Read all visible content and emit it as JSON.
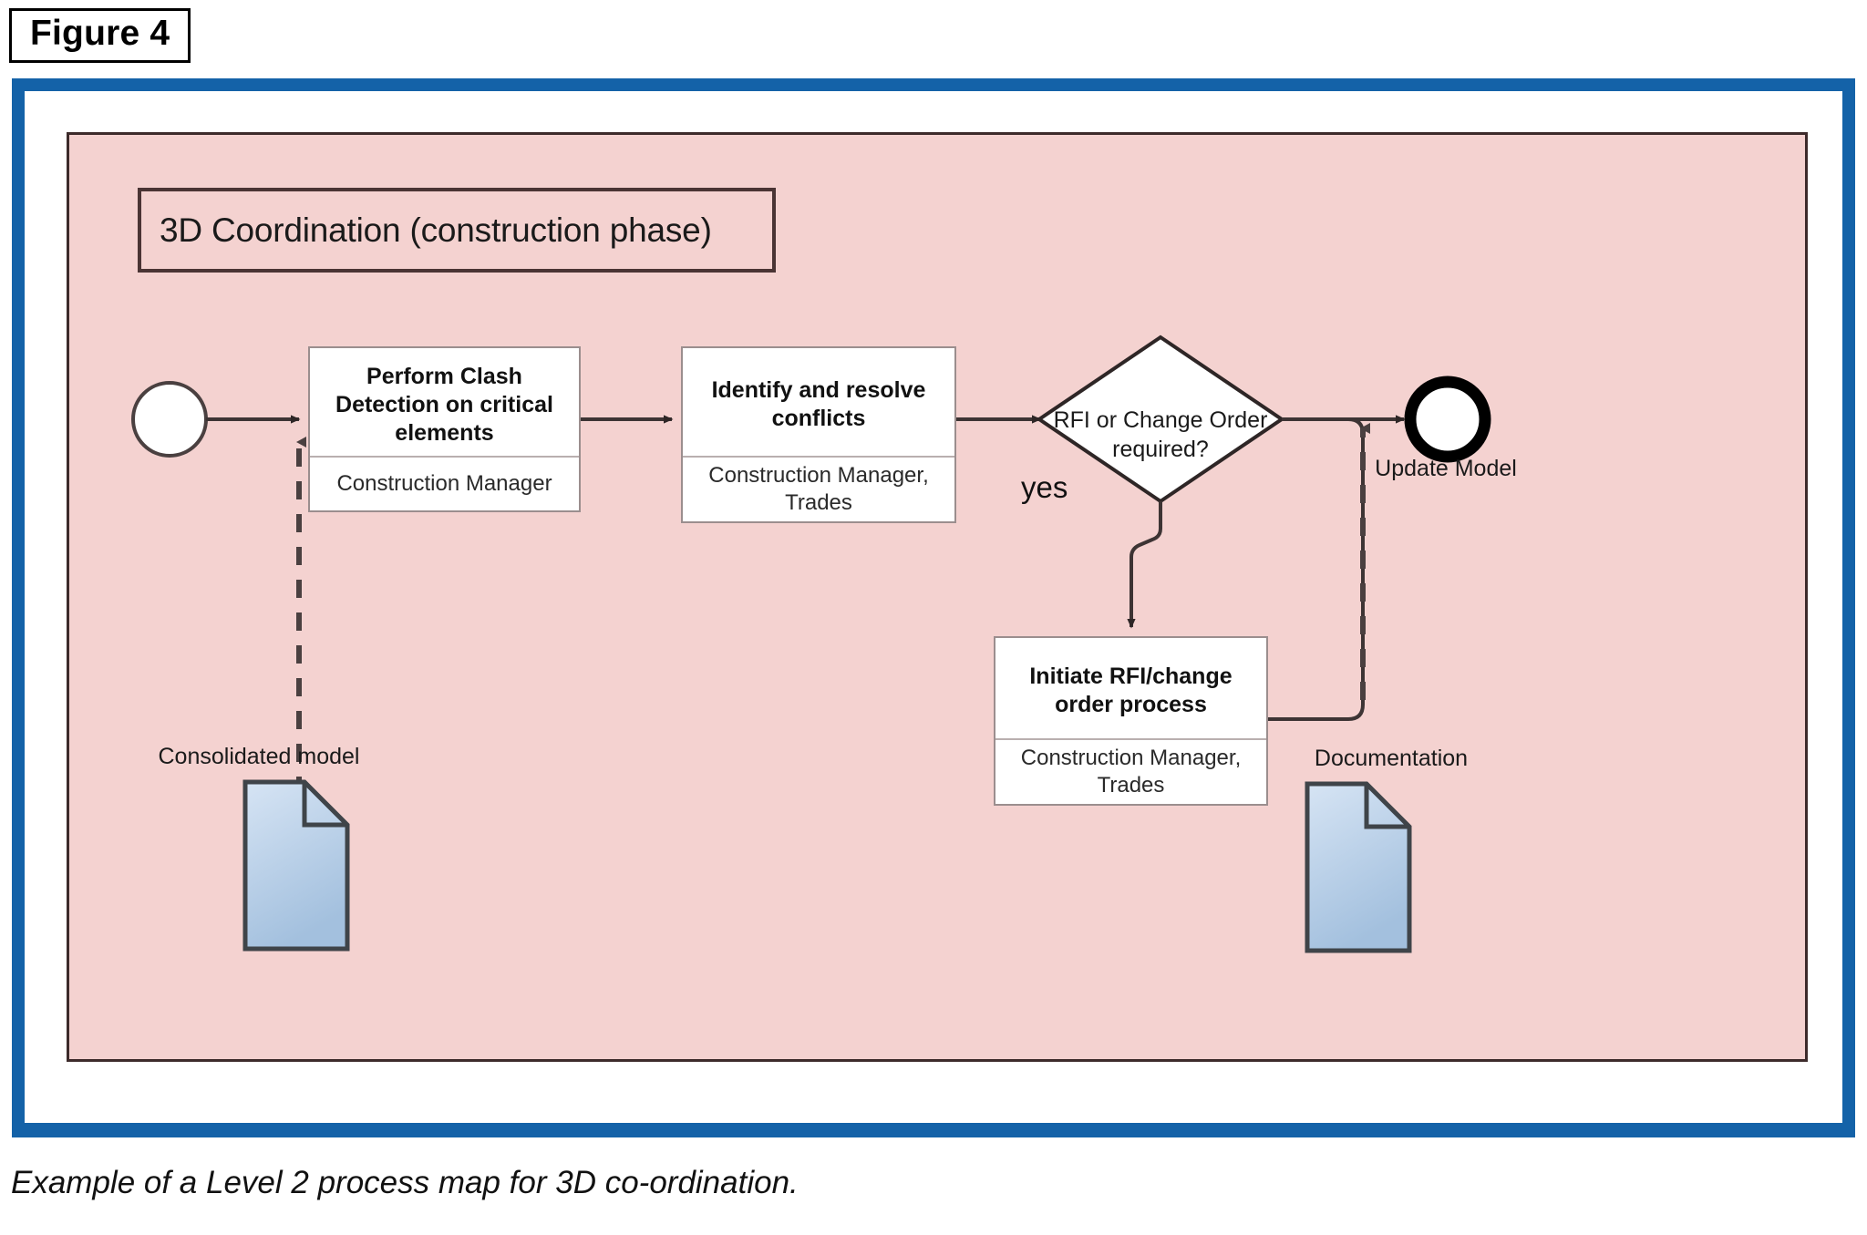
{
  "figure": {
    "tag": "Figure 4"
  },
  "caption": "Example of a Level 2 process map for 3D co-ordination.",
  "colors": {
    "frame_blue": "#1462A8",
    "pool_fill": "#F4D2D0",
    "pool_border": "#3d2b2b",
    "task_fill": "#ffffff",
    "task_border": "#9b8e8e",
    "artifact_fill_top": "#cfe0f2",
    "artifact_fill_bottom": "#a8c4e0",
    "artifact_border": "#3f4449",
    "flow_line": "#3d3434"
  },
  "pool": {
    "title": "3D Coordination (construction phase)"
  },
  "diagram": {
    "type": "bpmn-process-map",
    "start_event": {
      "name": "start-event",
      "shape": "circle-thin"
    },
    "tasks": [
      {
        "id": "task-clash",
        "title": "Perform Clash Detection on critical elements",
        "title_lines": [
          "Perform Clash Detection",
          "on critical elements"
        ],
        "role": "Construction Manager"
      },
      {
        "id": "task-conflicts",
        "title": "Identify and resolve conflicts",
        "title_lines": [
          "Identify and resolve",
          "conflicts"
        ],
        "role": "Construction Manager, Trades"
      },
      {
        "id": "task-rfi",
        "title": "Initiate RFI/change order process",
        "title_lines": [
          "Initiate RFI/change order",
          "process"
        ],
        "role": "Construction Manager, Trades"
      }
    ],
    "gateway": {
      "id": "gateway-rfi",
      "text": "RFI or Change Order required?",
      "text_lines": [
        "RFI or",
        "Change Order",
        "required?"
      ],
      "branch_label_yes": "yes"
    },
    "end_event": {
      "id": "end-event",
      "label": "Update Model",
      "shape": "circle-thick"
    },
    "artifacts": [
      {
        "id": "artifact-consolidated-model",
        "label": "Consolidated model"
      },
      {
        "id": "artifact-documentation",
        "label": "Documentation"
      }
    ]
  }
}
